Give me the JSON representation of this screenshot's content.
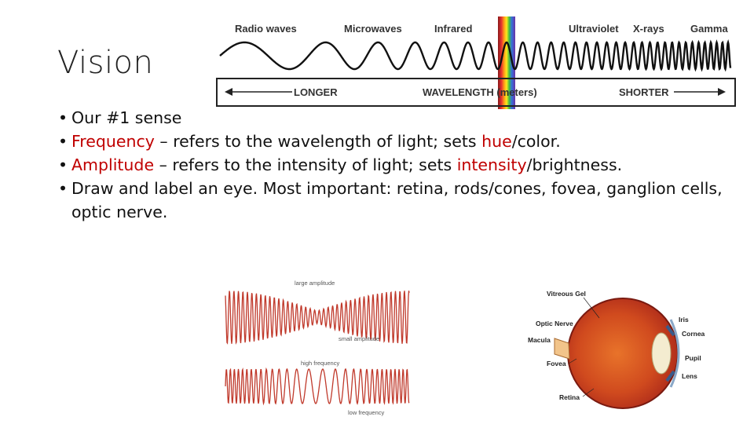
{
  "slide": {
    "title": "Vision",
    "bullets": [
      {
        "parts": [
          {
            "text": "Our #1 sense",
            "red": false
          }
        ]
      },
      {
        "parts": [
          {
            "text": "Frequency",
            "red": true
          },
          {
            "text": " – refers to the wavelength of light; sets ",
            "red": false
          },
          {
            "text": "hue",
            "red": true
          },
          {
            "text": "/color.",
            "red": false
          }
        ]
      },
      {
        "parts": [
          {
            "text": "Amplitude",
            "red": true
          },
          {
            "text": " – refers to the intensity of light; sets ",
            "red": false
          },
          {
            "text": "intensity",
            "red": true
          },
          {
            "text": "/brightness.",
            "red": false
          }
        ]
      },
      {
        "parts": [
          {
            "text": "Draw and label an eye. Most important: retina, rods/cones, fovea, ganglion cells, optic nerve.",
            "red": false
          }
        ]
      }
    ]
  },
  "spectrum": {
    "labels": [
      "Radio waves",
      "Microwaves",
      "Infrared",
      "Ultraviolet",
      "X-rays",
      "Gamma"
    ],
    "longer": "LONGER",
    "axis": "WAVELENGTH (meters)",
    "shorter": "SHORTER"
  },
  "amplitude_diagram": {
    "large": "large amplitude",
    "small": "small amplitude",
    "high": "high frequency",
    "low": "low frequency"
  },
  "eye_diagram": {
    "vitreous": "Vitreous Gel",
    "optic_nerve": "Optic Nerve",
    "macula": "Macula",
    "fovea": "Fovea",
    "retina": "Retina",
    "iris": "Iris",
    "cornea": "Cornea",
    "pupil": "Pupil",
    "lens": "Lens"
  },
  "colors": {
    "accent_red": "#c00000"
  }
}
